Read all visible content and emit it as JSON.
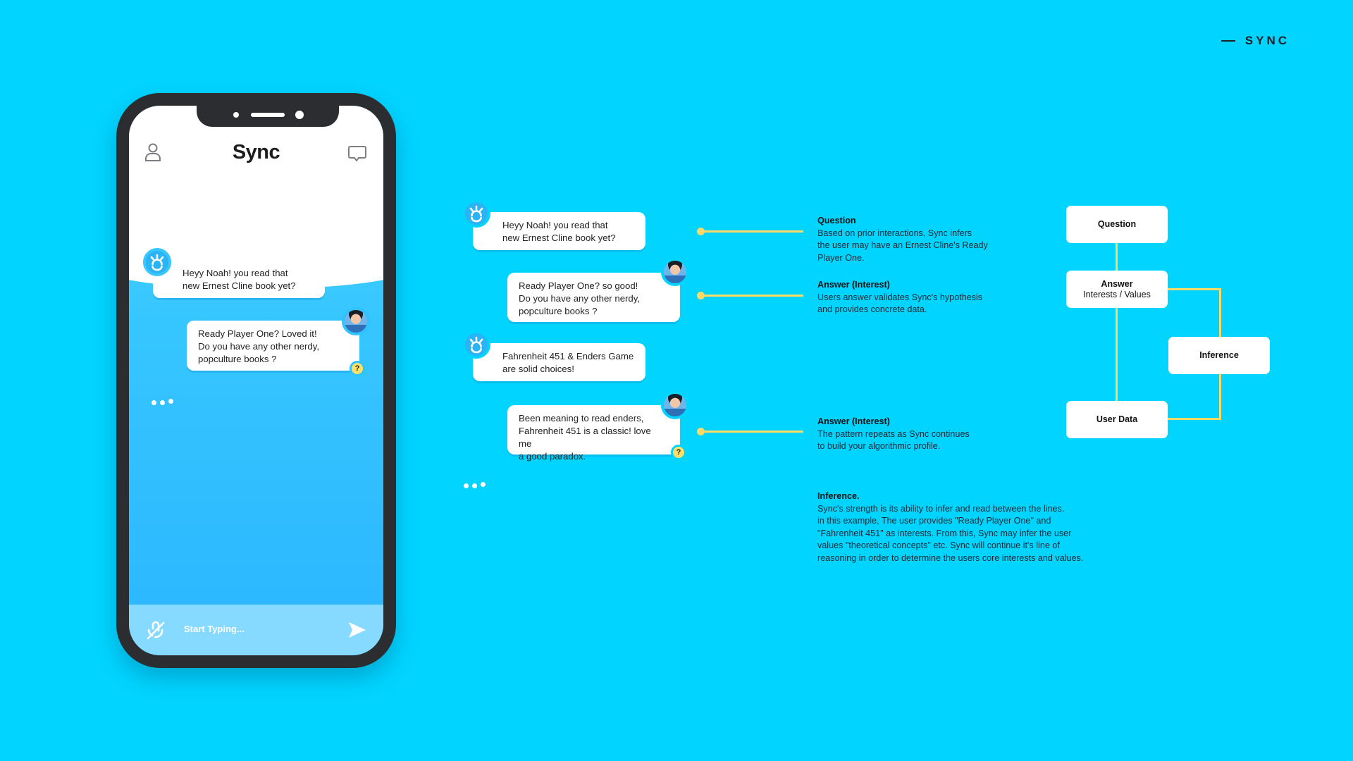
{
  "brand": {
    "label": "SYNC"
  },
  "phone": {
    "title": "Sync",
    "icons": {
      "left": "profile-icon",
      "right": "chat-icon"
    },
    "messages": [
      {
        "from": "bot",
        "lines": [
          "Heyy Noah! you read that",
          "new Ernest Cline book yet?"
        ]
      },
      {
        "from": "user",
        "lines": [
          "Ready Player One? Loved it!",
          "Do you have any other nerdy,",
          "popculture books ?"
        ],
        "badge": "?"
      }
    ],
    "input": {
      "placeholder": "Start Typing...",
      "mic_icon": "mic-off-icon",
      "send_icon": "send-icon"
    }
  },
  "conversation": {
    "messages": [
      {
        "from": "bot",
        "lines": [
          "Heyy Noah! you read that",
          "new Ernest Cline book yet?"
        ]
      },
      {
        "from": "user",
        "lines": [
          "Ready Player One? so good!",
          "Do you have any other nerdy,",
          "popculture books ?"
        ]
      },
      {
        "from": "bot",
        "lines": [
          "Fahrenheit 451 & Enders Game",
          "are solid choices!"
        ]
      },
      {
        "from": "user",
        "lines": [
          "Been meaning to read enders,",
          "Fahrenheit 451 is a classic! love me",
          "a good paradox."
        ],
        "badge": "?"
      }
    ]
  },
  "annotations": [
    {
      "title": "Question",
      "lines": [
        "Based on prior interactions, Sync infers",
        "the user may have an Ernest Cline's Ready",
        "Player One."
      ]
    },
    {
      "title": "Answer (Interest)",
      "lines": [
        "Users answer validates Sync's hypothesis",
        "and provides concrete data."
      ]
    },
    {
      "title": "Answer (Interest)",
      "lines": [
        "The pattern repeats as Sync continues",
        "to build your algorithmic profile."
      ]
    },
    {
      "title": "Inference.",
      "lines": [
        "Sync's strength is its ability to infer and read between the lines.",
        "in this example, The user provides \"Ready Player One\" and",
        "\"Fahrenheit 451\" as interests. From this, Sync may infer the user",
        "values \"theoretical concepts\" etc. Sync will continue it's line of",
        "reasoning in order to determine the users core interests and values."
      ]
    }
  ],
  "diagram": {
    "nodes": [
      {
        "title": "Question",
        "subtitle": ""
      },
      {
        "title": "Answer",
        "subtitle": "Interests / Values"
      },
      {
        "title": "Inference",
        "subtitle": ""
      },
      {
        "title": "User Data",
        "subtitle": ""
      }
    ],
    "line_color": "#ffd966"
  },
  "colors": {
    "background": "#00d4ff",
    "phone_frame": "#2b2d31",
    "accent_yellow": "#ffd966",
    "bot_blue": "#2ab4f5"
  }
}
